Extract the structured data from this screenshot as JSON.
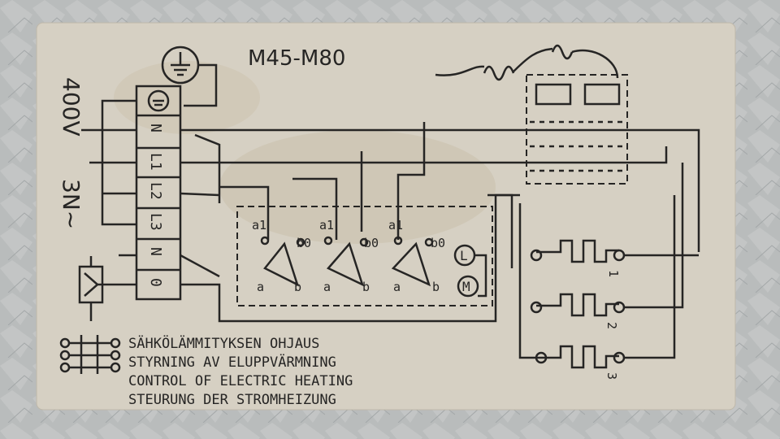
{
  "title": "M45-M80",
  "supply": {
    "voltage": "400V",
    "phase": "3N~"
  },
  "terminals": [
    "N",
    "L1",
    "L2",
    "L3",
    "N",
    "0"
  ],
  "switch_contacts": {
    "top": [
      "a1",
      "a1",
      "a1"
    ],
    "mid": [
      "b0",
      "b0",
      "b0"
    ],
    "bottom": [
      "a",
      "b",
      "a",
      "b",
      "a",
      "b"
    ]
  },
  "indicators": [
    "L",
    "M"
  ],
  "element_numbers": [
    "1",
    "2",
    "3"
  ],
  "caption": [
    "SÄHKÖLÄMMITYKSEN OHJAUS",
    "STYRNING AV ELUPPVÄRMNING",
    "CONTROL OF ELECTRIC HEATING",
    "STEURUNG DER STROMHEIZUNG"
  ],
  "colors": {
    "card": "#d6d0c3",
    "ink": "#262524",
    "metal": "#b9bcbc"
  },
  "icons": [
    "ground-icon",
    "relay-coil-icon",
    "switch-symbol-icon",
    "heating-element-icon"
  ]
}
